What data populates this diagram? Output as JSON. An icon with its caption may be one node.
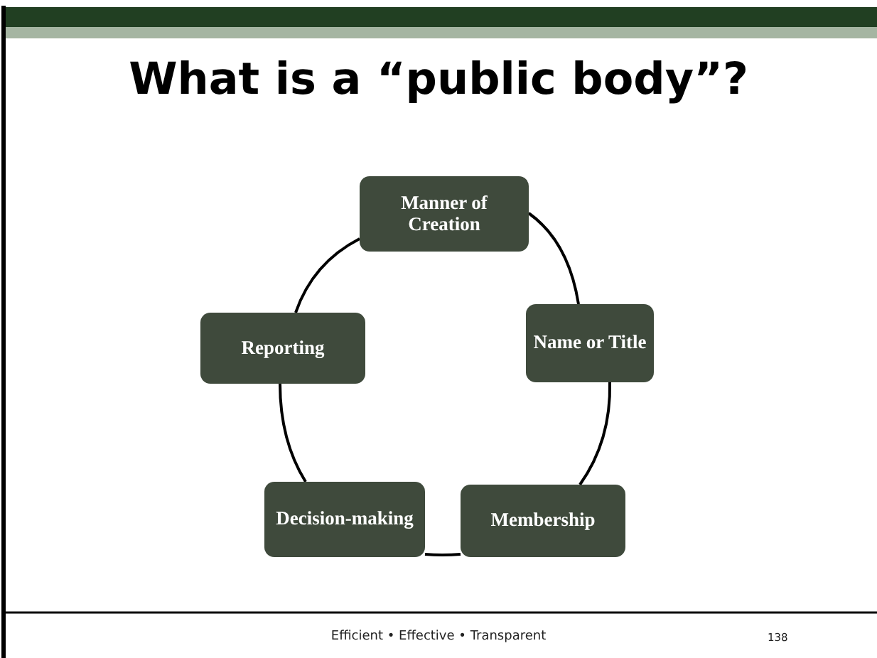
{
  "diagram": {
    "title": "What is a “public body”?",
    "nodes": [
      {
        "text": [
          "Manner of Creation"
        ]
      },
      {
        "text": [
          "Name or Title"
        ]
      },
      {
        "text": [
          "Membership"
        ]
      },
      {
        "text": [
          "Decision-making"
        ]
      },
      {
        "text": [
          "Reporting"
        ]
      }
    ],
    "edges": [
      {
        "from": 0,
        "to": 1,
        "arrow": "none"
      },
      {
        "from": 1,
        "to": 2,
        "arrow": "none"
      },
      {
        "from": 2,
        "to": 3,
        "arrow": "none"
      },
      {
        "from": 3,
        "to": 4,
        "arrow": "none"
      },
      {
        "from": 4,
        "to": 0,
        "arrow": "none"
      }
    ],
    "labels": [
      "Efficient • Effective • Transparent",
      "138"
    ]
  }
}
